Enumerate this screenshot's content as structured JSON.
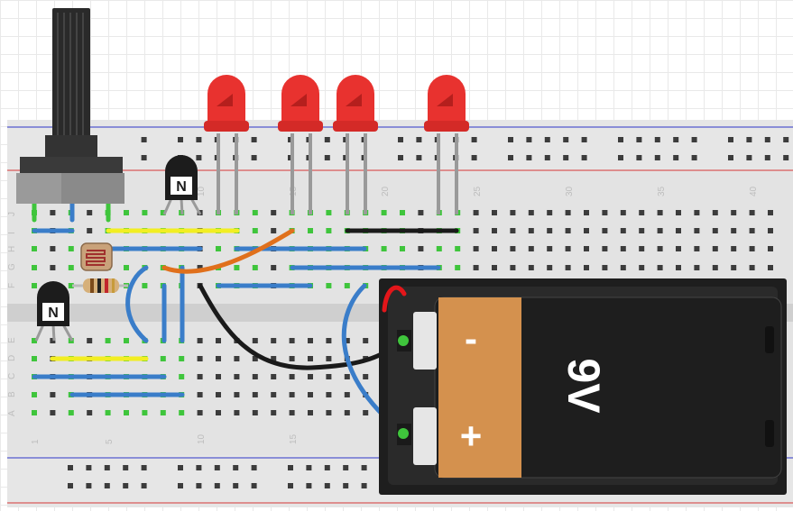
{
  "breadboard": {
    "row_letters_top": [
      "J",
      "I",
      "H",
      "G",
      "F"
    ],
    "row_letters_bottom": [
      "E",
      "D",
      "C",
      "B",
      "A"
    ],
    "column_numbers_top": [
      "10",
      "15",
      "20",
      "25",
      "30",
      "35",
      "40"
    ],
    "column_numbers_bottom": [
      "1",
      "5",
      "10",
      "15"
    ]
  },
  "battery": {
    "minus_label": "-",
    "plus_label": "+",
    "voltage_label": "9V",
    "body_color": "#1e1e1e",
    "cap_color": "#d4914e"
  },
  "components": {
    "led_color": "#e8322f",
    "transistor_mark": "N",
    "potentiometer_color": "#2a2a2a"
  },
  "colors": {
    "wire_blue": "#3a7dc9",
    "wire_yellow": "#f2ee22",
    "wire_orange": "#e0701c",
    "wire_black": "#1a1a1a",
    "wire_red": "#e3161a",
    "rail_red": "#d43535",
    "rail_blue": "#2f37c8",
    "hole_active": "#3fc53c"
  }
}
